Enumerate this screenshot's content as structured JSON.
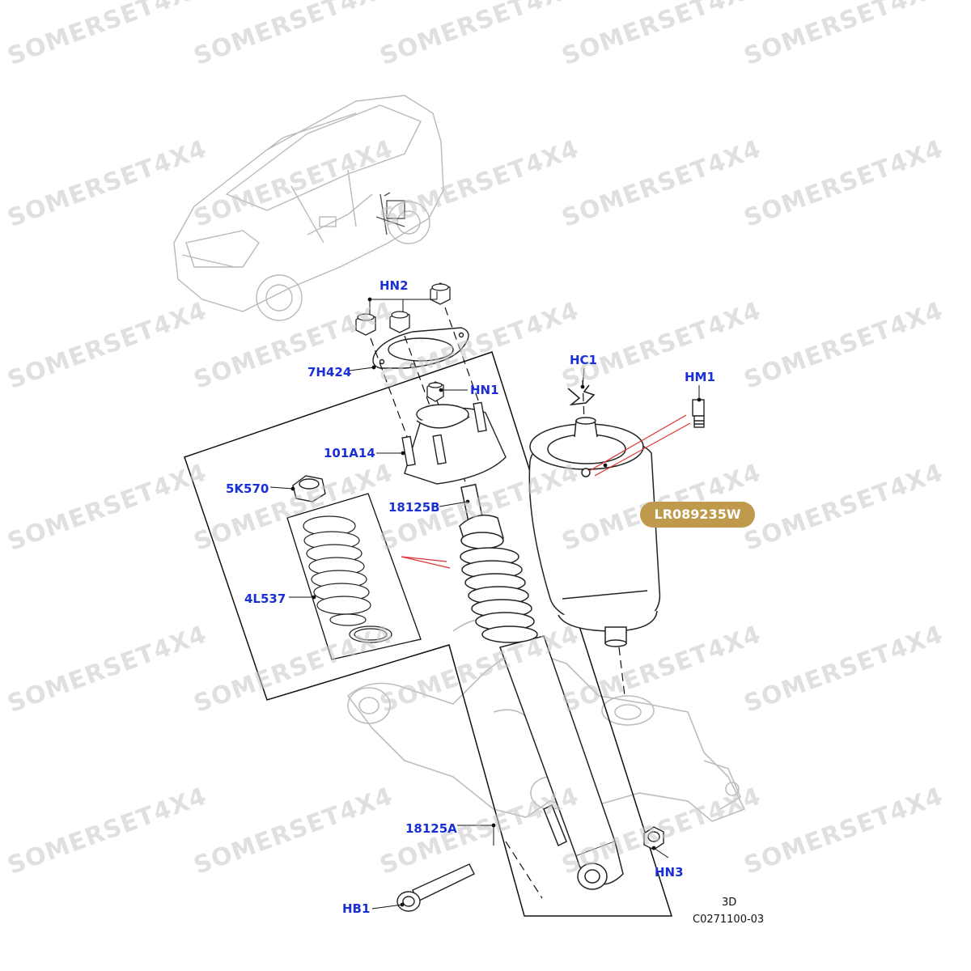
{
  "watermark_text": "SOMERSET4X4",
  "badge_part_number": "LR089235W",
  "view_label": "3D",
  "diagram_code": "C0271100-03",
  "callouts": {
    "hn2": "HN2",
    "h7h424": "7H424",
    "hn1": "HN1",
    "p101a14": "101A14",
    "p5k570": "5K570",
    "p18125b": "18125B",
    "p4l537": "4L537",
    "p18125a": "18125A",
    "hb1": "HB1",
    "hn3": "HN3",
    "hc1": "HC1",
    "hm1": "HM1"
  },
  "colors": {
    "callout": "#1a2fd6",
    "badge_bg": "#bf9a4c",
    "leader_red": "#e03030",
    "watermark": "#c8c8c8"
  }
}
